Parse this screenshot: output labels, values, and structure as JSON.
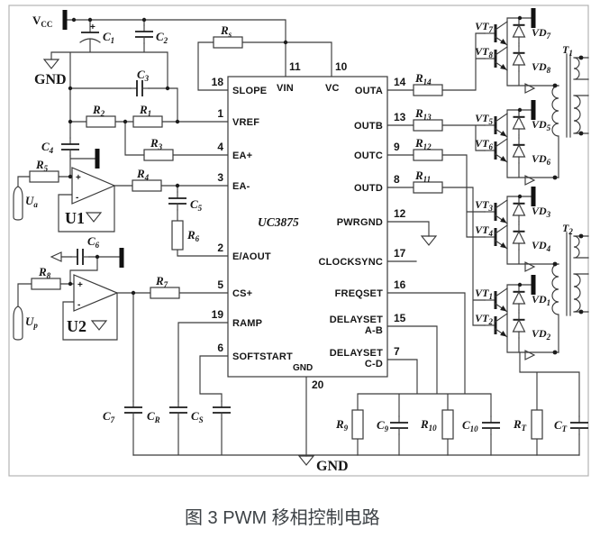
{
  "figure": {
    "caption": "图 3 PWM 移相控制电路"
  },
  "ic": {
    "name": "UC3875",
    "left_pins": [
      {
        "num": "18",
        "name": "SLOPE"
      },
      {
        "num": "1",
        "name": "VREF"
      },
      {
        "num": "4",
        "name": "EA+"
      },
      {
        "num": "3",
        "name": "EA-"
      },
      {
        "num": "2",
        "name": "E/AOUT"
      },
      {
        "num": "5",
        "name": "CS+"
      },
      {
        "num": "19",
        "name": "RAMP"
      },
      {
        "num": "6",
        "name": "SOFTSTART"
      }
    ],
    "top_pins": [
      {
        "num": "11",
        "name": "VIN"
      },
      {
        "num": "10",
        "name": "VC"
      }
    ],
    "right_pins": [
      {
        "num": "14",
        "name": "OUTA"
      },
      {
        "num": "13",
        "name": "OUTB"
      },
      {
        "num": "9",
        "name": "OUTC"
      },
      {
        "num": "8",
        "name": "OUTD"
      },
      {
        "num": "12",
        "name": "PWRGND"
      },
      {
        "num": "17",
        "name": "CLOCKSYNC"
      },
      {
        "num": "16",
        "name": "FREQSET"
      },
      {
        "num": "15",
        "name": "DELAYSET",
        "name2": "A-B"
      },
      {
        "num": "7",
        "name": "DELAYSET",
        "name2": "C-D"
      }
    ],
    "bottom_pin": {
      "num": "20",
      "name": "GND"
    }
  },
  "power": {
    "vcc": {
      "t": "V",
      "s": "CC"
    },
    "gnd_top": "GND",
    "gnd_bottom": "GND"
  },
  "opamps": {
    "u1": "U1",
    "u2": "U2",
    "plus": "+",
    "minus": "-"
  },
  "inputs": {
    "ua": {
      "t": "U",
      "s": "a"
    },
    "up": {
      "t": "U",
      "s": "p"
    }
  },
  "resistors": {
    "rs": {
      "t": "R",
      "s": "s"
    },
    "r1": {
      "t": "R",
      "s": "1"
    },
    "r2": {
      "t": "R",
      "s": "2"
    },
    "r3": {
      "t": "R",
      "s": "3"
    },
    "r4": {
      "t": "R",
      "s": "4"
    },
    "r5": {
      "t": "R",
      "s": "5"
    },
    "r6": {
      "t": "R",
      "s": "6"
    },
    "r7": {
      "t": "R",
      "s": "7"
    },
    "r8": {
      "t": "R",
      "s": "8"
    },
    "r9": {
      "t": "R",
      "s": "9"
    },
    "r10": {
      "t": "R",
      "s": "10"
    },
    "r11": {
      "t": "R",
      "s": "11"
    },
    "r12": {
      "t": "R",
      "s": "12"
    },
    "r13": {
      "t": "R",
      "s": "13"
    },
    "r14": {
      "t": "R",
      "s": "14"
    },
    "rt": {
      "t": "R",
      "s": "T"
    }
  },
  "capacitors": {
    "c1": {
      "t": "C",
      "s": "1"
    },
    "c1_plus": "+",
    "c2": {
      "t": "C",
      "s": "2"
    },
    "c3": {
      "t": "C",
      "s": "3"
    },
    "c4": {
      "t": "C",
      "s": "4"
    },
    "c5": {
      "t": "C",
      "s": "5"
    },
    "c6": {
      "t": "C",
      "s": "6"
    },
    "c7": {
      "t": "C",
      "s": "7"
    },
    "cr": {
      "t": "C",
      "s": "R"
    },
    "cs": {
      "t": "C",
      "s": "S"
    },
    "c9": {
      "t": "C",
      "s": "9"
    },
    "c10": {
      "t": "C",
      "s": "10"
    },
    "ct": {
      "t": "C",
      "s": "T"
    }
  },
  "transistors": {
    "vt1": {
      "t": "VT",
      "s": "1"
    },
    "vt2": {
      "t": "VT",
      "s": "2"
    },
    "vt3": {
      "t": "VT",
      "s": "3"
    },
    "vt4": {
      "t": "VT",
      "s": "4"
    },
    "vt5": {
      "t": "VT",
      "s": "5"
    },
    "vt6": {
      "t": "VT",
      "s": "6"
    },
    "vt7": {
      "t": "VT",
      "s": "7"
    },
    "vt8": {
      "t": "VT",
      "s": "8"
    }
  },
  "diodes": {
    "vd1": {
      "t": "VD",
      "s": "1"
    },
    "vd2": {
      "t": "VD",
      "s": "2"
    },
    "vd3": {
      "t": "VD",
      "s": "3"
    },
    "vd4": {
      "t": "VD",
      "s": "4"
    },
    "vd5": {
      "t": "VD",
      "s": "5"
    },
    "vd6": {
      "t": "VD",
      "s": "6"
    },
    "vd7": {
      "t": "VD",
      "s": "7"
    },
    "vd8": {
      "t": "VD",
      "s": "8"
    }
  },
  "transformers": {
    "t1": {
      "t": "T",
      "s": "1"
    },
    "t2": {
      "t": "T",
      "s": "2"
    }
  }
}
